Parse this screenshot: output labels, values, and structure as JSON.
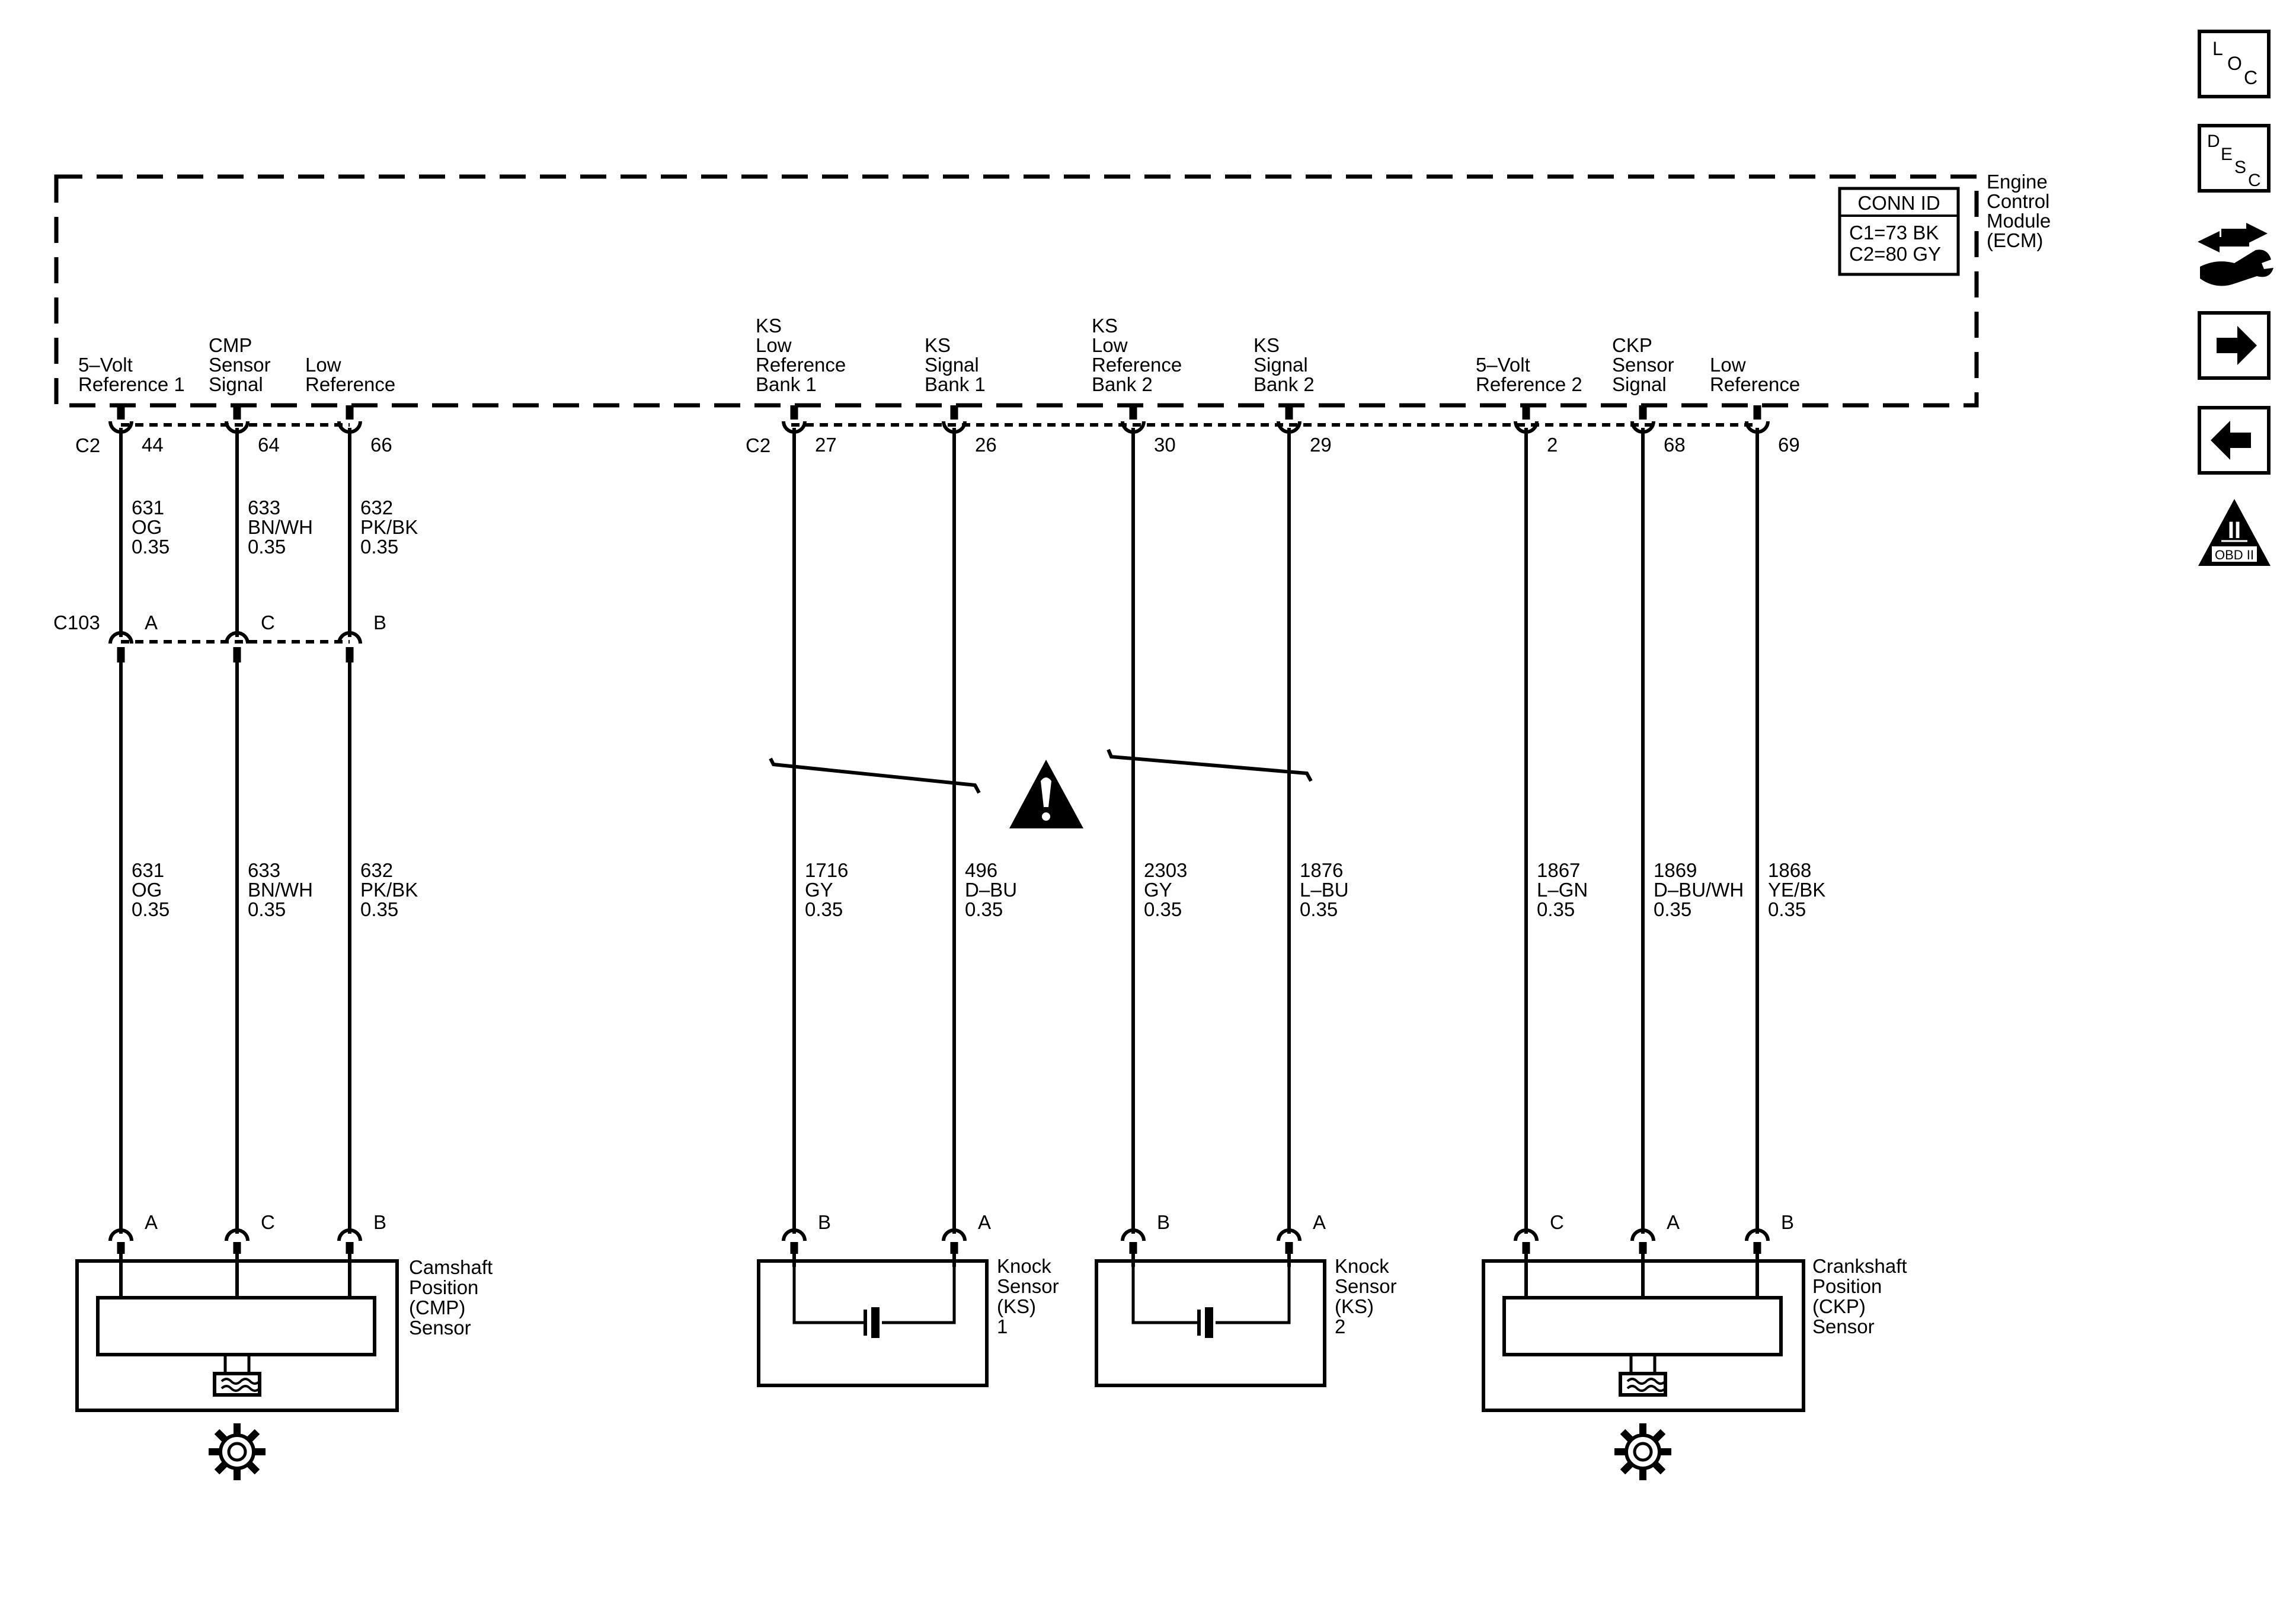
{
  "ecm": {
    "name": [
      "Engine",
      "Control",
      "Module",
      "(ECM)"
    ],
    "conn_id_title": "CONN ID",
    "conn_ids": [
      "C1=73 BK",
      "C2=80 GY"
    ],
    "connector_c2": "C2"
  },
  "ecm_pins": [
    {
      "label": [
        "5–Volt",
        "Reference 1"
      ],
      "pin": "44"
    },
    {
      "label": [
        "CMP",
        "Sensor",
        "Signal"
      ],
      "pin": "64"
    },
    {
      "label": [
        "Low",
        "Reference"
      ],
      "pin": "66"
    },
    {
      "label": [
        "KS",
        "Low",
        "Reference",
        "Bank 1"
      ],
      "pin": "27"
    },
    {
      "label": [
        "KS",
        "Signal",
        "Bank 1"
      ],
      "pin": "26"
    },
    {
      "label": [
        "KS",
        "Low",
        "Reference",
        "Bank 2"
      ],
      "pin": "30"
    },
    {
      "label": [
        "KS",
        "Signal",
        "Bank 2"
      ],
      "pin": "29"
    },
    {
      "label": [
        "5–Volt",
        "Reference 2"
      ],
      "pin": "2"
    },
    {
      "label": [
        "CKP",
        "Sensor",
        "Signal"
      ],
      "pin": "68"
    },
    {
      "label": [
        "Low",
        "Reference"
      ],
      "pin": "69"
    }
  ],
  "wires_upper": [
    {
      "circuit": "631",
      "color": "OG",
      "size": "0.35"
    },
    {
      "circuit": "633",
      "color": "BN/WH",
      "size": "0.35"
    },
    {
      "circuit": "632",
      "color": "PK/BK",
      "size": "0.35"
    }
  ],
  "c103": {
    "name": "C103",
    "pins": [
      "A",
      "C",
      "B"
    ]
  },
  "wires_lower": [
    {
      "circuit": "631",
      "color": "OG",
      "size": "0.35"
    },
    {
      "circuit": "633",
      "color": "BN/WH",
      "size": "0.35"
    },
    {
      "circuit": "632",
      "color": "PK/BK",
      "size": "0.35"
    },
    {
      "circuit": "1716",
      "color": "GY",
      "size": "0.35"
    },
    {
      "circuit": "496",
      "color": "D–BU",
      "size": "0.35"
    },
    {
      "circuit": "2303",
      "color": "GY",
      "size": "0.35"
    },
    {
      "circuit": "1876",
      "color": "L–BU",
      "size": "0.35"
    },
    {
      "circuit": "1867",
      "color": "L–GN",
      "size": "0.35"
    },
    {
      "circuit": "1869",
      "color": "D–BU/WH",
      "size": "0.35"
    },
    {
      "circuit": "1868",
      "color": "YE/BK",
      "size": "0.35"
    }
  ],
  "sensor_pins": [
    "A",
    "C",
    "B",
    "B",
    "A",
    "B",
    "A",
    "C",
    "A",
    "B"
  ],
  "sensors": [
    {
      "name": [
        "Camshaft",
        "Position",
        "(CMP)",
        "Sensor"
      ]
    },
    {
      "name": [
        "Knock",
        "Sensor",
        "(KS)",
        "1"
      ]
    },
    {
      "name": [
        "Knock",
        "Sensor",
        "(KS)",
        "2"
      ]
    },
    {
      "name": [
        "Crankshaft",
        "Position",
        "(CKP)",
        "Sensor"
      ]
    }
  ],
  "side_icons": {
    "loc": [
      "L",
      "O",
      "C"
    ],
    "desc": [
      "D",
      "E",
      "S",
      "C"
    ],
    "obd_numeral": "II",
    "obd_label": "OBD II",
    "icons": [
      "loc-icon",
      "desc-icon",
      "wrench-arrows-icon",
      "arrow-right-icon",
      "arrow-left-icon",
      "obd-ii-icon"
    ]
  }
}
